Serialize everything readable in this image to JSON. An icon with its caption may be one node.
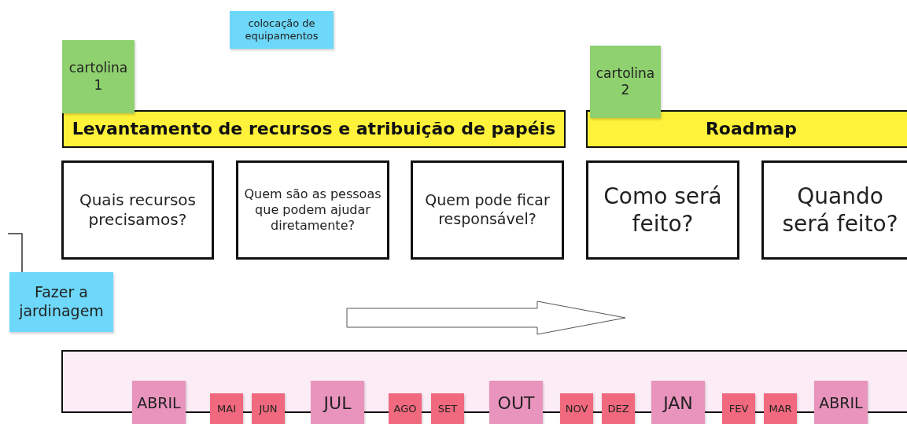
{
  "diagram": {
    "nodes": [
      {
        "text": [
          "colocação de equipamentos"
        ]
      },
      {
        "text": [
          "cartolina 1"
        ]
      },
      {
        "text": [
          "cartolina 2"
        ]
      },
      {
        "text": [
          "Levantamento de recursos e atribuição de papéis"
        ]
      },
      {
        "text": [
          "Roadmap"
        ]
      },
      {
        "text": [
          "Quais recursos precisamos?"
        ]
      },
      {
        "text": [
          "Quem são as pessoas que podem ajudar diretamente?"
        ]
      },
      {
        "text": [
          "Quem pode ficar responsável?"
        ]
      },
      {
        "text": [
          "Como será feito?"
        ]
      },
      {
        "text": [
          "Quando será feito?"
        ]
      },
      {
        "text": [
          "Fazer a jardinagem"
        ]
      },
      {
        "text": [],
        "shape": "box"
      },
      {
        "text": [
          "ABRIL"
        ]
      },
      {
        "text": [
          "MAI"
        ]
      },
      {
        "text": [
          "JUN"
        ]
      },
      {
        "text": [
          "JUL"
        ]
      },
      {
        "text": [
          "AGO"
        ]
      },
      {
        "text": [
          "SET"
        ]
      },
      {
        "text": [
          "OUT"
        ]
      },
      {
        "text": [
          "NOV"
        ]
      },
      {
        "text": [
          "DEZ"
        ]
      },
      {
        "text": [
          "JAN"
        ]
      },
      {
        "text": [
          "FEV"
        ]
      },
      {
        "text": [
          "MAR"
        ]
      },
      {
        "text": [
          "ABRIL"
        ]
      }
    ],
    "edges": []
  }
}
